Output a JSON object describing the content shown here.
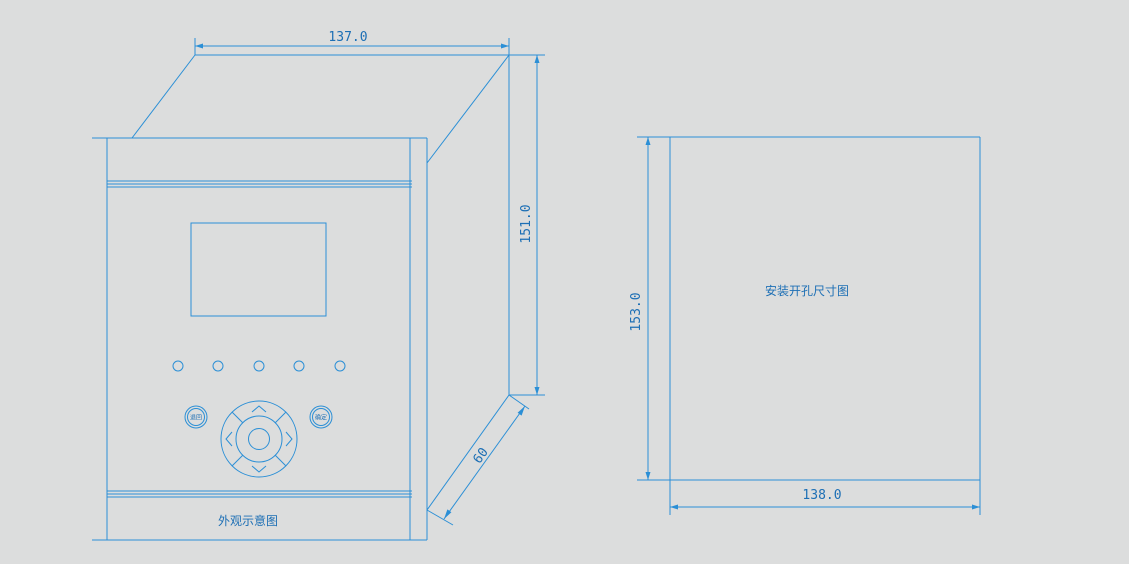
{
  "front_view": {
    "caption": "外观示意图",
    "button_back": "退回",
    "button_ok": "确定",
    "led_count": 5
  },
  "cutout_view": {
    "caption": "安装开孔尺寸图"
  },
  "dimensions": {
    "top_width": "137.0",
    "height": "151.0",
    "depth": "60",
    "cutout_height": "153.0",
    "cutout_width": "138.0"
  },
  "colors": {
    "background": "#dcdddd",
    "line": "#2b8fd6",
    "text": "#1d6fb5"
  }
}
